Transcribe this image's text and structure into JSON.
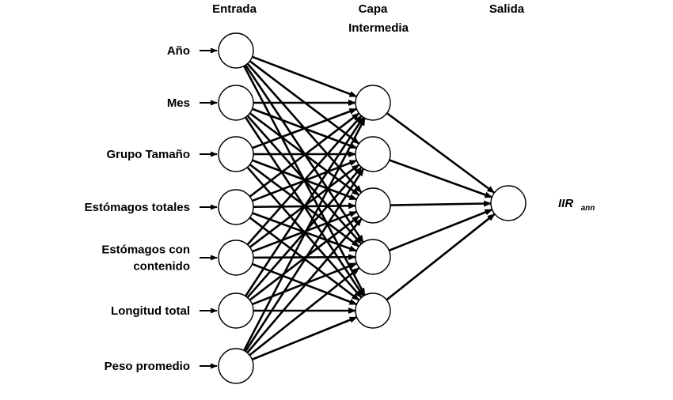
{
  "headers": {
    "input": "Entrada",
    "hidden_line1": "Capa",
    "hidden_line2": "Intermedia",
    "output": "Salida"
  },
  "inputs": [
    {
      "lines": [
        "Año"
      ]
    },
    {
      "lines": [
        "Mes"
      ]
    },
    {
      "lines": [
        "Grupo Tamaño"
      ]
    },
    {
      "lines": [
        "Estómagos totales"
      ]
    },
    {
      "lines": [
        "Estómagos con",
        "contenido"
      ]
    },
    {
      "lines": [
        "Longitud total"
      ]
    },
    {
      "lines": [
        "Peso promedio"
      ]
    }
  ],
  "hidden_count": 5,
  "output": {
    "main": "IIR",
    "sub": "ann"
  },
  "colors": {
    "stroke": "#000000",
    "node_fill": "#ffffff",
    "background": "#ffffff"
  }
}
